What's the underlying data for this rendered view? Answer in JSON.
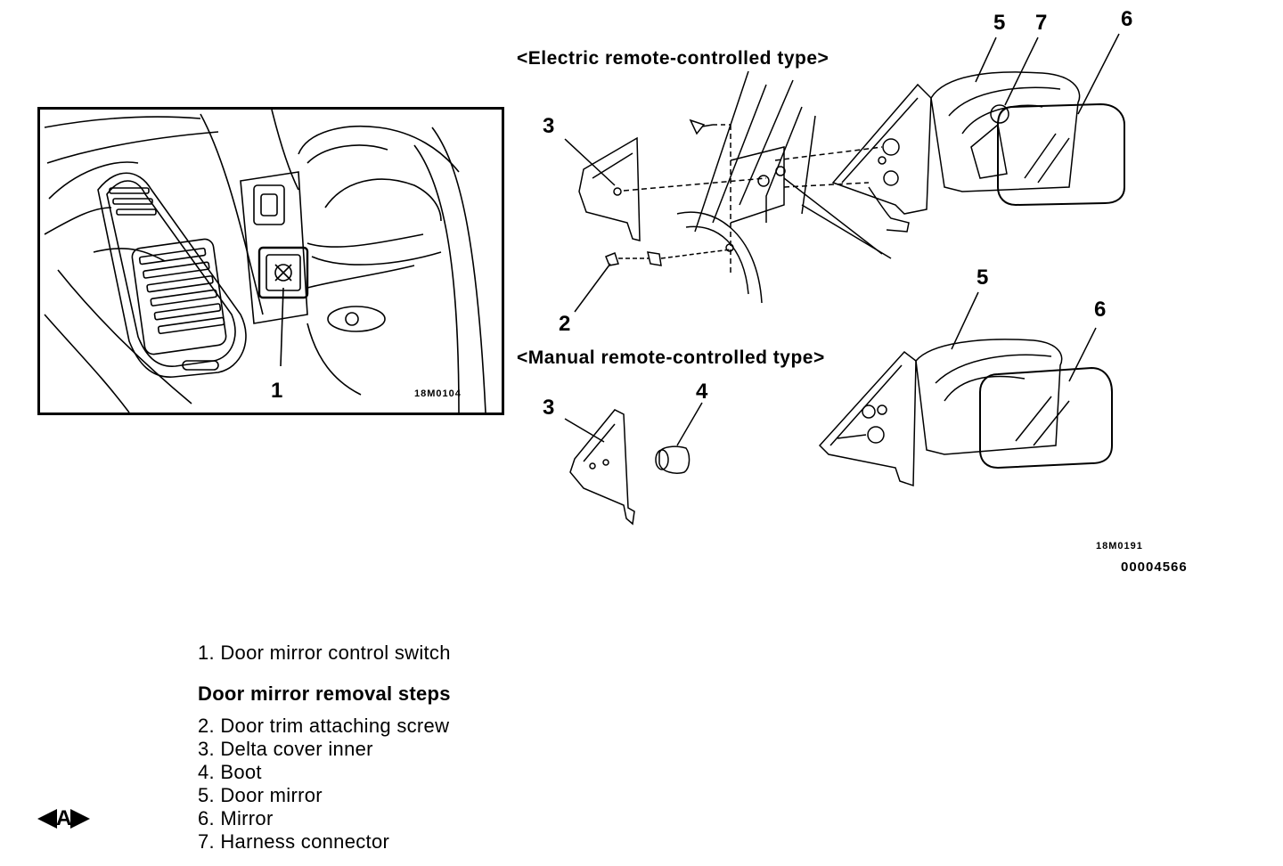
{
  "inset": {
    "callout": "1",
    "code": "18M0104"
  },
  "electric": {
    "subtitle": "<Electric remote-controlled type>",
    "callouts": {
      "c2": "2",
      "c3": "3",
      "c5": "5",
      "c6": "6",
      "c7": "7"
    }
  },
  "manual": {
    "subtitle": "<Manual remote-controlled type>",
    "callouts": {
      "c3": "3",
      "c4": "4",
      "c5": "5",
      "c6": "6"
    }
  },
  "figure_code": "18M0191",
  "figure_ref": "00004566",
  "legend": {
    "item1": "1. Door mirror control switch",
    "heading": "Door mirror removal steps",
    "steps": [
      "2. Door trim attaching screw",
      "3. Delta cover inner",
      "4. Boot",
      "5. Door mirror",
      "6. Mirror",
      "7. Harness connector"
    ]
  },
  "service_marker": {
    "letter": "A",
    "icon": "service-point-arrows-icon"
  }
}
